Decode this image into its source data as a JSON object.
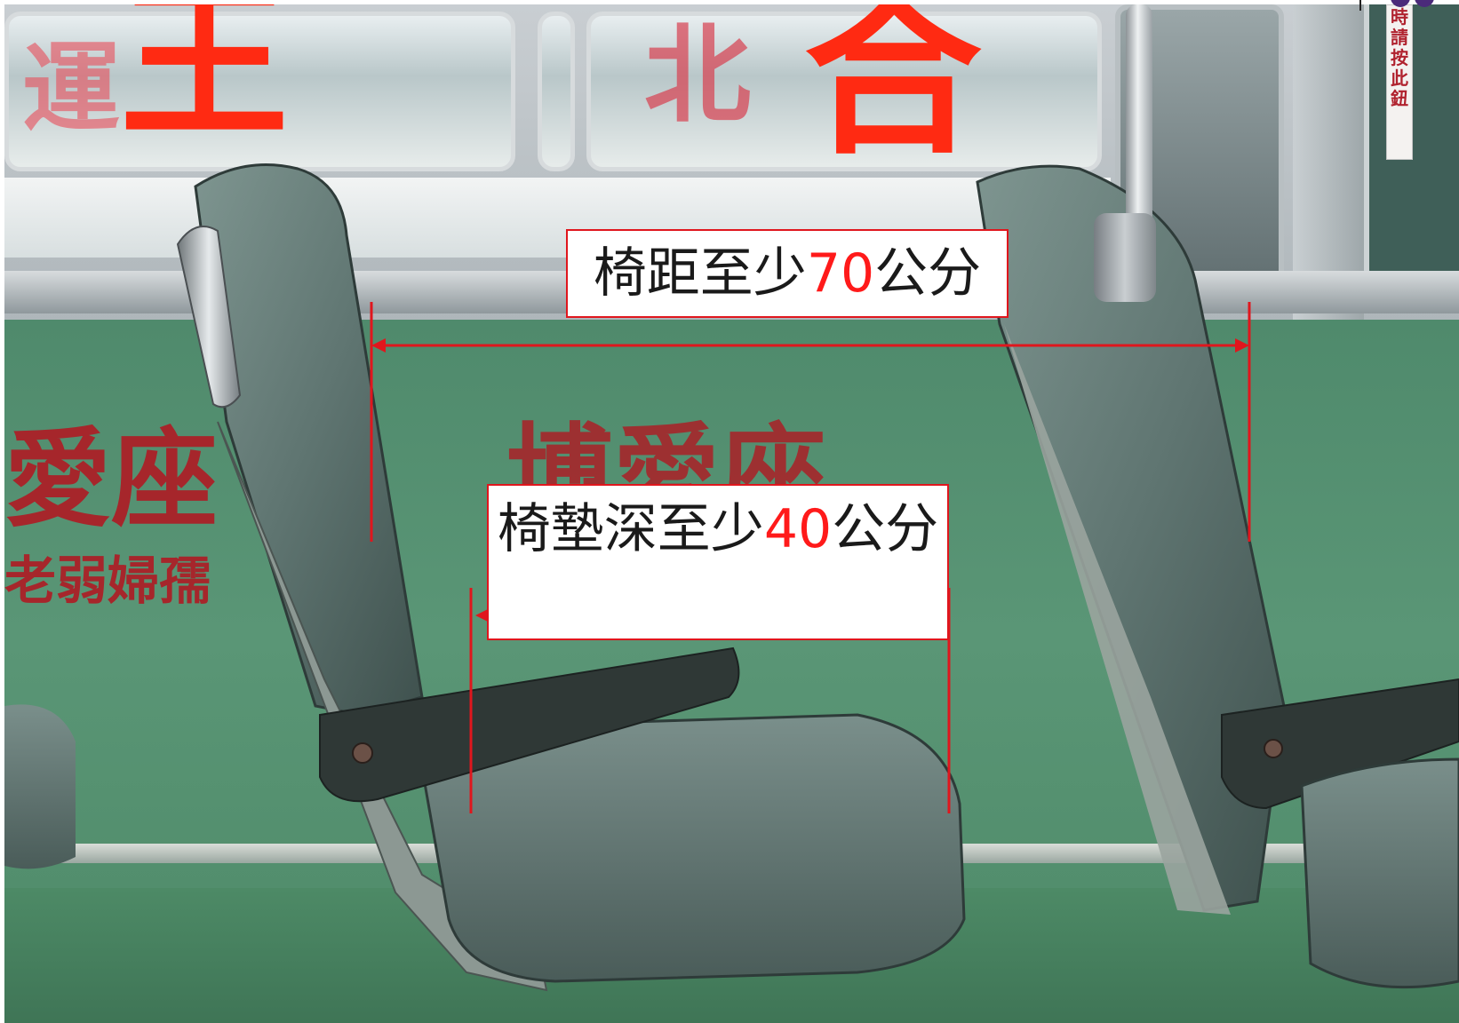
{
  "photo": {
    "description_icon": "bus-seat-photo",
    "window_decals": [
      "王",
      "合",
      "運",
      "北"
    ],
    "wall_text": [
      "愛座",
      "老弱婦孺",
      "博愛座"
    ],
    "notice_label": "時請按此鈕"
  },
  "annotations": {
    "seat_pitch": {
      "prefix": "椅距至少",
      "number": "70",
      "suffix": "公分"
    },
    "seat_depth": {
      "prefix": "椅墊深至少",
      "number": "40",
      "suffix": "公分"
    },
    "line_color": "#e0161d",
    "number_color": "#ff1a1a"
  }
}
